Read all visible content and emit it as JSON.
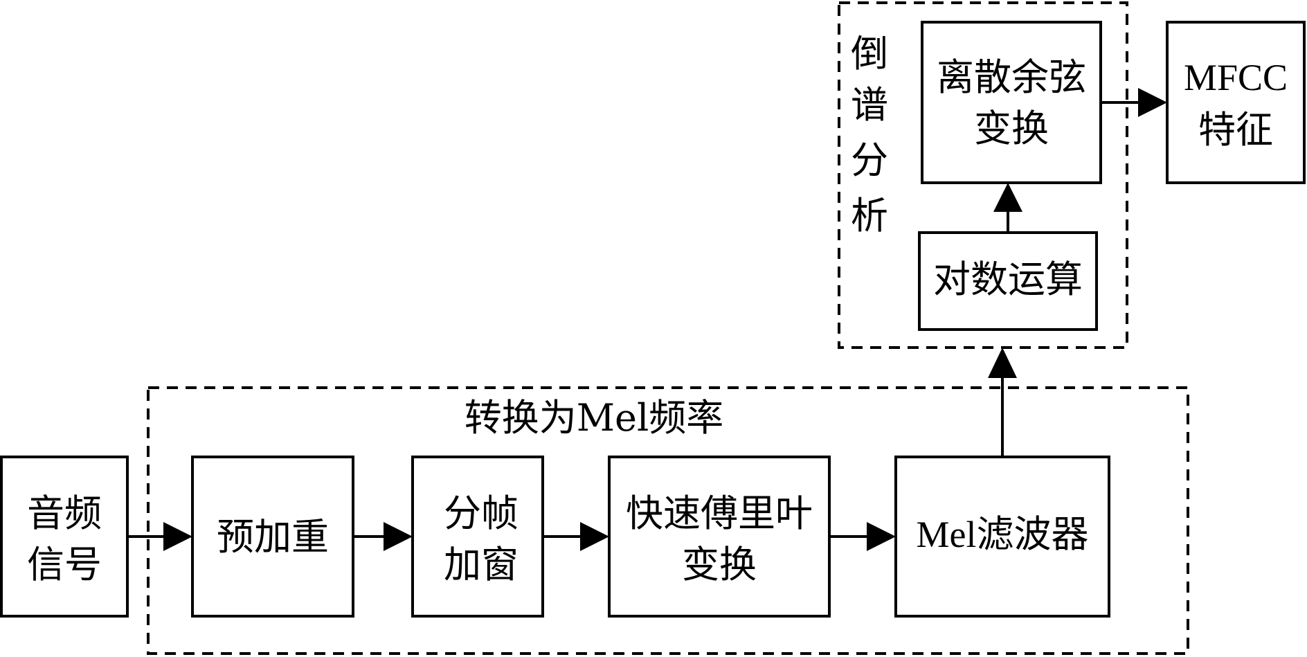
{
  "diagram": {
    "group_mel": {
      "label": "转换为Mel频率"
    },
    "group_cepstrum": {
      "label_chars": [
        "倒",
        "谱",
        "分",
        "析"
      ]
    },
    "nodes": {
      "audio": {
        "lines": [
          "音频",
          "信号"
        ]
      },
      "preemph": {
        "lines": [
          "预加重"
        ]
      },
      "framing": {
        "lines": [
          "分帧",
          "加窗"
        ]
      },
      "fft": {
        "lines": [
          "快速傅里叶",
          "变换"
        ]
      },
      "melfilter": {
        "lines": [
          "Mel滤波器"
        ]
      },
      "log": {
        "lines": [
          "对数运算"
        ]
      },
      "dct": {
        "lines": [
          "离散余弦",
          "变换"
        ]
      },
      "mfcc": {
        "lines": [
          "MFCC",
          "特征"
        ]
      }
    },
    "edges": [
      {
        "from": "audio",
        "to": "preemph"
      },
      {
        "from": "preemph",
        "to": "framing"
      },
      {
        "from": "framing",
        "to": "fft"
      },
      {
        "from": "fft",
        "to": "melfilter"
      },
      {
        "from": "melfilter",
        "to": "log"
      },
      {
        "from": "log",
        "to": "dct"
      },
      {
        "from": "dct",
        "to": "mfcc"
      }
    ]
  }
}
